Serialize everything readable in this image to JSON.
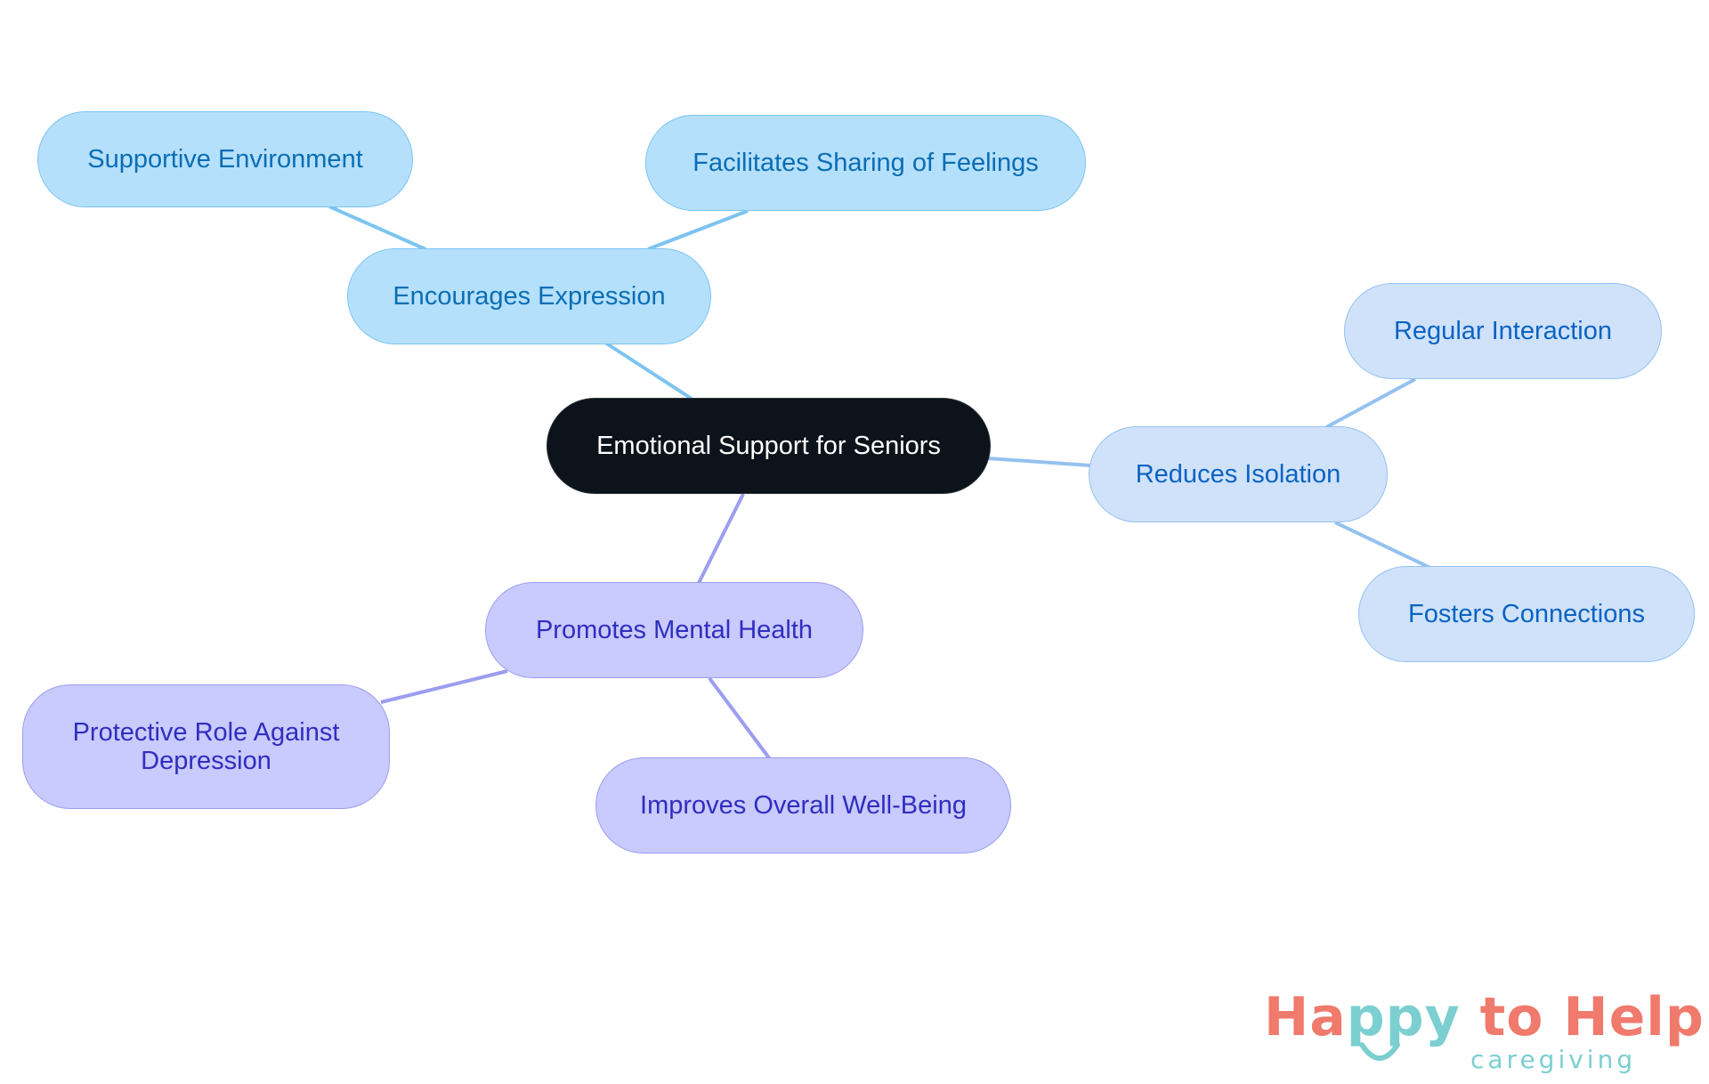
{
  "diagram": {
    "root": {
      "label": "Emotional Support for Seniors"
    },
    "branches": [
      {
        "label": "Encourages Expression",
        "color": "#7cc4f1",
        "children": [
          {
            "label": "Supportive Environment"
          },
          {
            "label": "Facilitates Sharing of Feelings"
          }
        ]
      },
      {
        "label": "Reduces Isolation",
        "color": "#94c1f0",
        "children": [
          {
            "label": "Regular Interaction"
          },
          {
            "label": "Fosters Connections"
          }
        ]
      },
      {
        "label": "Promotes Mental Health",
        "color": "#9b9df0",
        "children": [
          {
            "label": "Protective Role Against Depression"
          },
          {
            "label": "Improves Overall Well-Being"
          }
        ]
      }
    ]
  },
  "logo": {
    "word_happy_ha": "Ha",
    "word_happy_ppy": "ppy",
    "word_rest": " to Help",
    "tagline": "caregiving",
    "colors": {
      "coral": "#f07a6c",
      "teal": "#7ccfd0"
    }
  }
}
